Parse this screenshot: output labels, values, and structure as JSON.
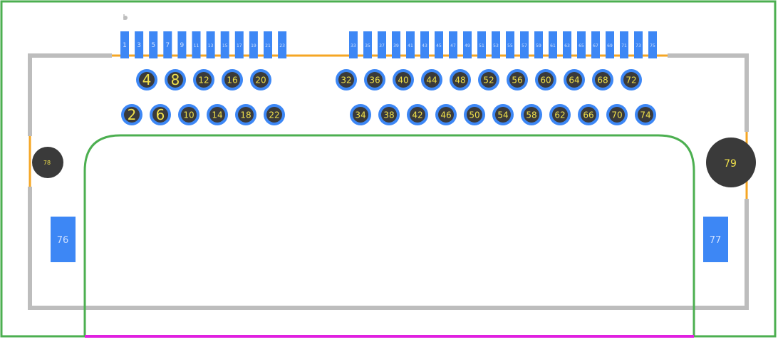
{
  "colors": {
    "background": "#ffffff",
    "board_outline": "#4caf50",
    "keepout_outline": "#4caf50",
    "silkscreen": "#bdbdbd",
    "copper_edge": "#f5a623",
    "pad_fill": "#3d87f5",
    "drill_fill": "#3a3a3a",
    "pad_label": "#f0e04a",
    "smd_label": "#cfe0ff",
    "bottom_edge": "#e020e0"
  },
  "icons": {
    "pin1_marker": "pin-one-marker-icon"
  },
  "smd_pads_left": [
    "1",
    "3",
    "5",
    "7",
    "9",
    "11",
    "13",
    "15",
    "17",
    "19",
    "21",
    "23"
  ],
  "smd_pads_right": [
    "33",
    "35",
    "37",
    "39",
    "41",
    "43",
    "45",
    "47",
    "49",
    "51",
    "53",
    "55",
    "57",
    "59",
    "61",
    "63",
    "65",
    "67",
    "69",
    "71",
    "73",
    "75"
  ],
  "th_row_upper_left": [
    "4",
    "8",
    "12",
    "16",
    "20"
  ],
  "th_row_upper_right": [
    "32",
    "36",
    "40",
    "44",
    "48",
    "52",
    "56",
    "60",
    "64",
    "68",
    "72"
  ],
  "th_row_lower_left": [
    "2",
    "6",
    "10",
    "14",
    "18",
    "22"
  ],
  "th_row_lower_right": [
    "34",
    "38",
    "42",
    "46",
    "50",
    "54",
    "58",
    "62",
    "66",
    "70",
    "74"
  ],
  "mount_left": "78",
  "mount_right": "79",
  "side_pad_left": "76",
  "side_pad_right": "77"
}
